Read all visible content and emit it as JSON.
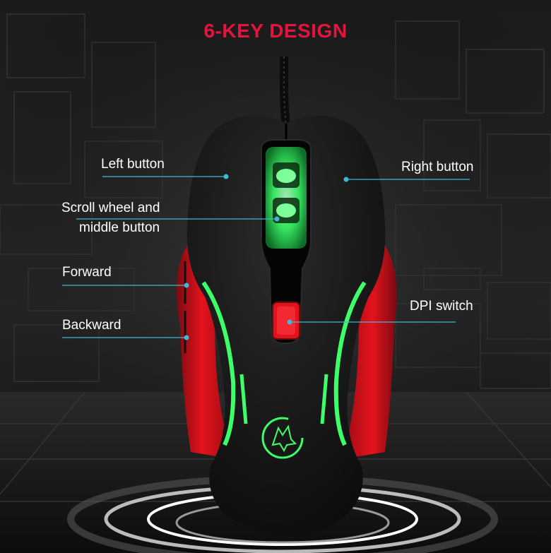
{
  "title": "6-KEY DESIGN",
  "callouts": {
    "left_button": "Left button",
    "right_button": "Right button",
    "scroll_wheel_line1": "Scroll wheel and",
    "scroll_wheel_line2": "middle button",
    "forward": "Forward",
    "backward": "Backward",
    "dpi_switch": "DPI switch"
  },
  "colors": {
    "title": "#e4143c",
    "leader_line": "#3fb8d6",
    "led_green": "#3dff6a",
    "body_red": "#e3131d",
    "mouse_shell": "#111111"
  },
  "icons": [
    "wolf-logo-icon"
  ]
}
